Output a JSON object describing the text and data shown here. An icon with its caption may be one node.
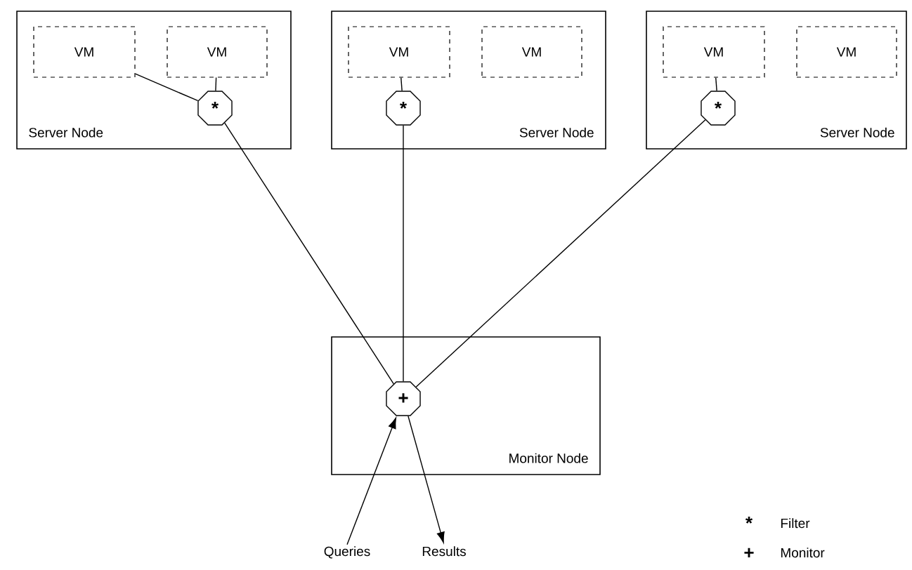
{
  "diagram": {
    "nodes": [
      {
        "text": [
          "Server Node"
        ]
      },
      {
        "text": [
          "VM"
        ],
        "in": 0
      },
      {
        "text": [
          "VM"
        ],
        "in": 0
      },
      {
        "text": [
          "*"
        ],
        "in": 0
      },
      {
        "text": [
          "Server Node"
        ]
      },
      {
        "text": [
          "VM"
        ],
        "in": 4
      },
      {
        "text": [
          "VM"
        ],
        "in": 4
      },
      {
        "text": [
          "*"
        ],
        "in": 4
      },
      {
        "text": [
          "Server Node"
        ]
      },
      {
        "text": [
          "VM"
        ],
        "in": 8
      },
      {
        "text": [
          "VM"
        ],
        "in": 8
      },
      {
        "text": [
          "*"
        ],
        "in": 8
      },
      {
        "text": [
          "Monitor Node"
        ]
      },
      {
        "text": [
          "+"
        ],
        "in": 12
      },
      {
        "text": [
          "Queries"
        ]
      },
      {
        "text": [
          "Results"
        ]
      }
    ],
    "edges": [
      {
        "from": 1,
        "to": 3,
        "arrow": "none"
      },
      {
        "from": 2,
        "to": 3,
        "arrow": "none"
      },
      {
        "from": 5,
        "to": 7,
        "arrow": "none"
      },
      {
        "from": 9,
        "to": 11,
        "arrow": "none"
      },
      {
        "from": 3,
        "to": 13,
        "arrow": "none"
      },
      {
        "from": 7,
        "to": 13,
        "arrow": "none"
      },
      {
        "from": 11,
        "to": 13,
        "arrow": "none"
      },
      {
        "from": 14,
        "to": 13,
        "arrow": "to"
      },
      {
        "from": 13,
        "to": 15,
        "arrow": "to"
      }
    ],
    "labels": [
      "*",
      "Filter",
      "+",
      "Monitor"
    ]
  }
}
